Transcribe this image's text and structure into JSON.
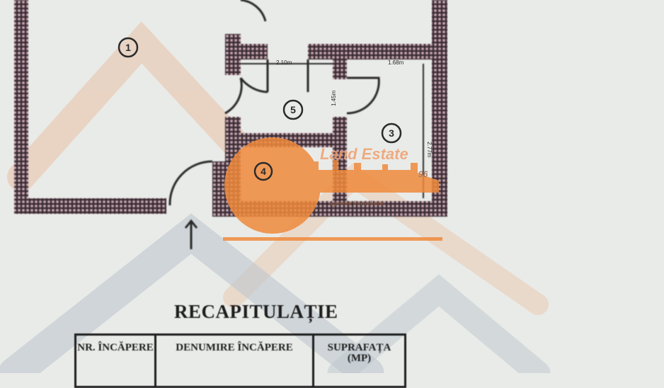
{
  "floor_plan": {
    "rooms": [
      {
        "number": "1"
      },
      {
        "number": "5"
      },
      {
        "number": "3"
      },
      {
        "number": "4"
      }
    ],
    "dimensions": [
      "2.10m",
      "1.68m",
      "1.45m",
      "2.77m"
    ]
  },
  "watermark": {
    "brand": "Land Estate",
    "number": "96",
    "tagline": "agentie imobiliara",
    "color": "#f08a3c"
  },
  "summary": {
    "title": "RECAPITULAȚIE",
    "headers": [
      "NR. ÎNCĂPERE",
      "DENUMIRE ÎNCĂPERE",
      "SUPRAFAȚA (MP)"
    ]
  }
}
